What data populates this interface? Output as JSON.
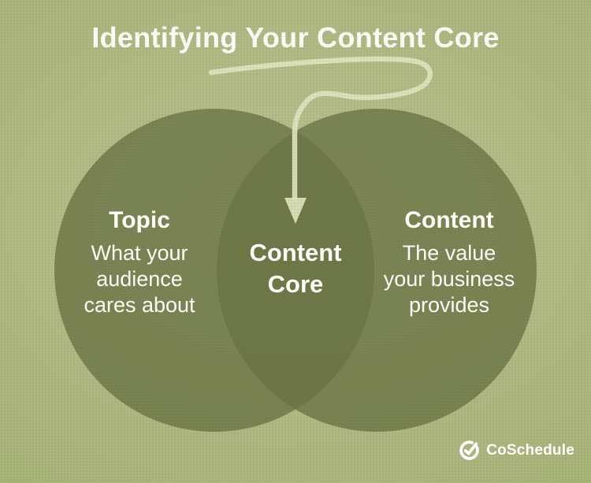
{
  "title": "Identifying Your Content Core",
  "venn": {
    "left": {
      "heading": "Topic",
      "lines": [
        "What your",
        "audience",
        "cares about"
      ]
    },
    "center": {
      "line1": "Content",
      "line2": "Core"
    },
    "right": {
      "heading": "Content",
      "lines": [
        "The value",
        "your business",
        "provides"
      ]
    }
  },
  "brand": {
    "name": "CoSchedule",
    "icon": "coschedule-check-circle"
  },
  "colors": {
    "background_center": "#b9c191",
    "background_edge": "#a4b175",
    "circle_fill": "#6b7445",
    "circle_fill_opacity": "0.79",
    "circle_effective": "#7b8454",
    "overlap_effective": "#6f774a",
    "arrow": "#dde3bf",
    "text": "#fcfdf7"
  }
}
